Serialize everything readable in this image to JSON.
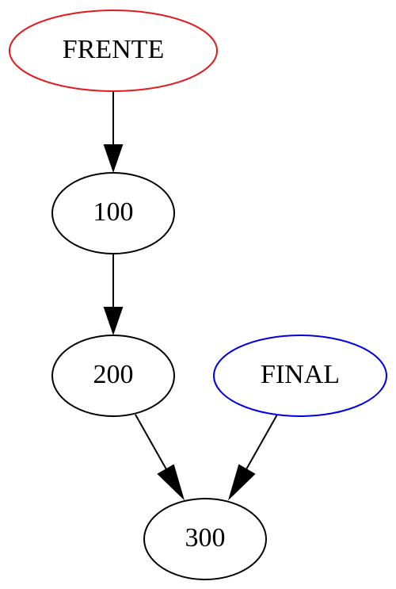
{
  "nodes": {
    "frente": {
      "label": "FRENTE",
      "stroke": "#e31a1c"
    },
    "n100": {
      "label": "100",
      "stroke": "#000000"
    },
    "n200": {
      "label": "200",
      "stroke": "#000000"
    },
    "final": {
      "label": "FINAL",
      "stroke": "#0000e6"
    },
    "n300": {
      "label": "300",
      "stroke": "#000000"
    }
  },
  "edges": [
    {
      "from": "FRENTE",
      "to": "100"
    },
    {
      "from": "100",
      "to": "200"
    },
    {
      "from": "200",
      "to": "300"
    },
    {
      "from": "FINAL",
      "to": "300"
    }
  ]
}
